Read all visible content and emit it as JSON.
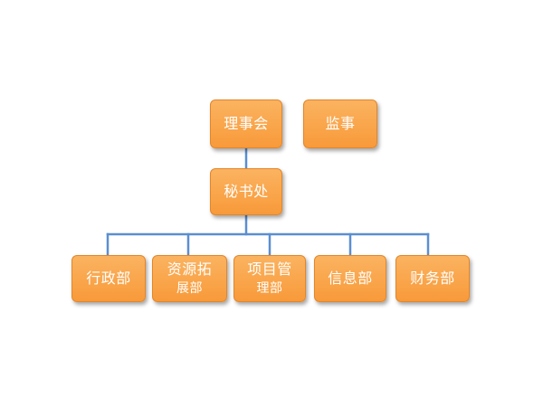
{
  "diagram": {
    "top_nodes": {
      "council": "理事会",
      "supervisor": "监事"
    },
    "secretariat": "秘书处",
    "departments": [
      {
        "line1": "行政部",
        "line2": ""
      },
      {
        "line1": "资源拓",
        "line2": "展部"
      },
      {
        "line1": "项目管",
        "line2": "理部"
      },
      {
        "line1": "信息部",
        "line2": ""
      },
      {
        "line1": "财务部",
        "line2": ""
      }
    ],
    "colors": {
      "node_fill": "#f9a44b",
      "connector": "#5b8fd0",
      "text": "#ffffff"
    }
  }
}
